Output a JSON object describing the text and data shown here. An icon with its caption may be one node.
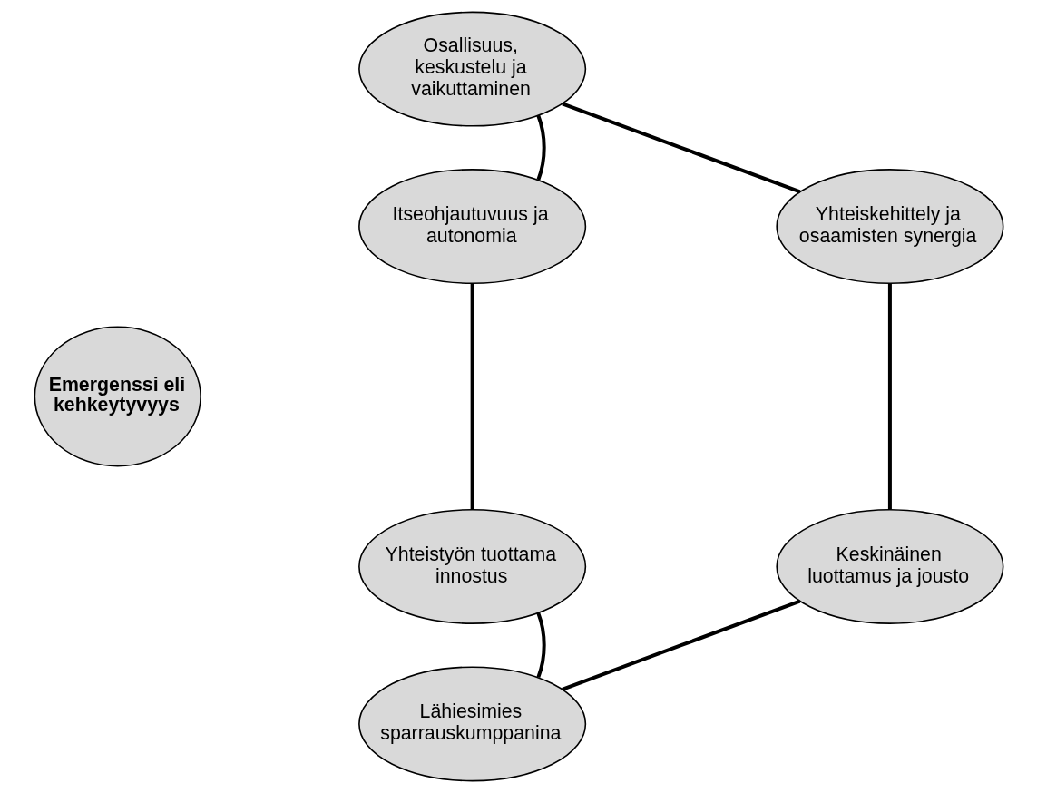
{
  "diagram": {
    "nodes": [
      {
        "text": [
          "Osallisuus, keskustelu ja vaikuttaminen"
        ]
      },
      {
        "text": [
          "Itseohjautuvuus ja autonomia"
        ]
      },
      {
        "text": [
          "Yhteiskehittely ja osaamisten synergia"
        ]
      },
      {
        "text": [
          "**Emergenssi eli kehkeytyvyys**"
        ]
      },
      {
        "text": [
          "Yhteistyön tuottama innostus"
        ]
      },
      {
        "text": [
          "Keskinäinen luottamus ja jousto"
        ]
      },
      {
        "text": [
          "Lähiesimies sparrauskumppanina"
        ]
      }
    ],
    "edges": [
      {
        "from": 0,
        "to": 2,
        "arrow": "none"
      },
      {
        "from": 2,
        "to": 5,
        "arrow": "none"
      },
      {
        "from": 5,
        "to": 6,
        "arrow": "none"
      },
      {
        "from": 6,
        "to": 4,
        "arrow": "none"
      },
      {
        "from": 4,
        "to": 1,
        "arrow": "none"
      },
      {
        "from": 1,
        "to": 0,
        "arrow": "none"
      }
    ]
  }
}
